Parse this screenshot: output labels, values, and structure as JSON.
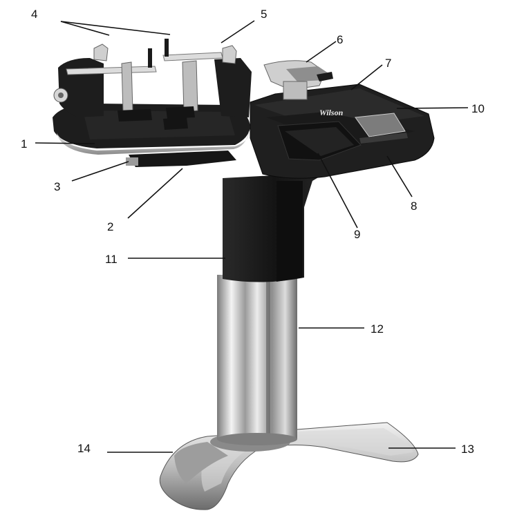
{
  "brand_text": "Wilson",
  "callouts": [
    {
      "id": "1",
      "label": "1"
    },
    {
      "id": "2",
      "label": "2"
    },
    {
      "id": "3",
      "label": "3"
    },
    {
      "id": "4",
      "label": "4"
    },
    {
      "id": "5",
      "label": "5"
    },
    {
      "id": "6",
      "label": "6"
    },
    {
      "id": "7",
      "label": "7"
    },
    {
      "id": "8",
      "label": "8"
    },
    {
      "id": "9",
      "label": "9"
    },
    {
      "id": "10",
      "label": "10"
    },
    {
      "id": "11",
      "label": "11"
    },
    {
      "id": "12",
      "label": "12"
    },
    {
      "id": "13",
      "label": "13"
    },
    {
      "id": "14",
      "label": "14"
    }
  ],
  "colors": {
    "body_black": "#1c1c1c",
    "chrome_light": "#e6e6e6",
    "chrome_mid": "#b5b5b5",
    "chrome_dark": "#6e6e6e",
    "leader": "#111111"
  }
}
